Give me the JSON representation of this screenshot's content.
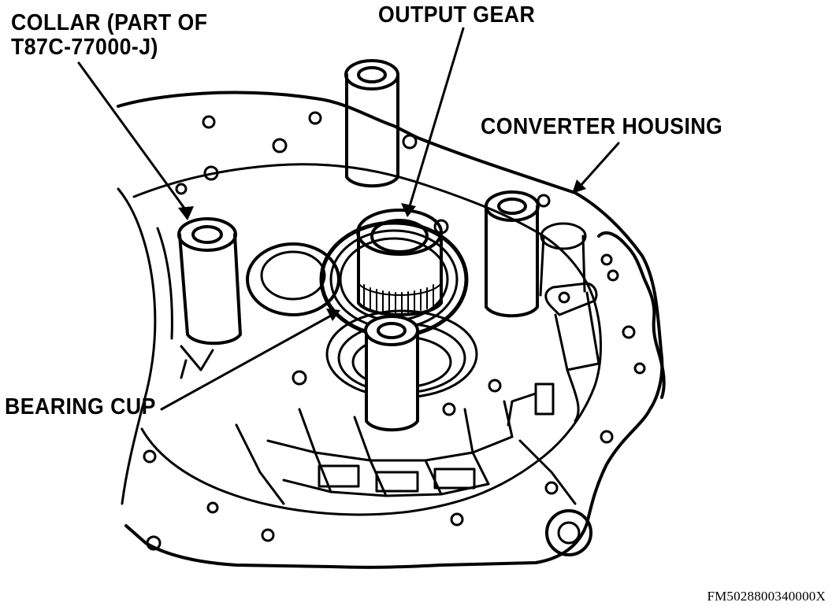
{
  "labels": {
    "collar_line1": "COLLAR (PART OF",
    "collar_line2": "T87C-77000-J)",
    "output_gear": "OUTPUT GEAR",
    "converter_housing": "CONVERTER HOUSING",
    "bearing_cup": "BEARING CUP"
  },
  "figure_id": "FM5028800340000X",
  "colors": {
    "ink": "#000000",
    "paper": "#ffffff"
  }
}
